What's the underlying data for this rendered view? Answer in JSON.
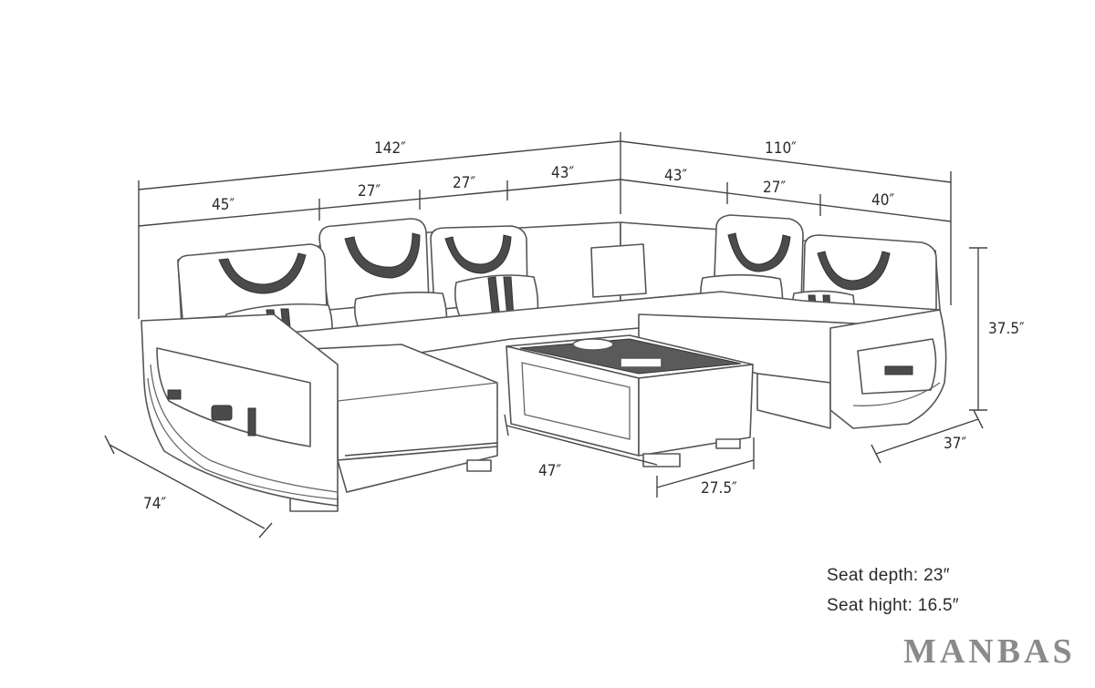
{
  "dimensions": {
    "overall_left": "142″",
    "overall_right": "110″",
    "seg_45": "45″",
    "seg_27a": "27″",
    "seg_27b": "27″",
    "seg_43a": "43″",
    "seg_43b": "43″",
    "seg_27c": "27″",
    "seg_40": "40″",
    "height": "37.5″",
    "right_depth": "37″",
    "chaise_depth": "74″",
    "table_length": "47″",
    "table_width": "27.5″"
  },
  "notes": {
    "seat_depth": "Seat depth: 23″",
    "seat_height": "Seat hight: 16.5″"
  },
  "brand": "MANBAS"
}
